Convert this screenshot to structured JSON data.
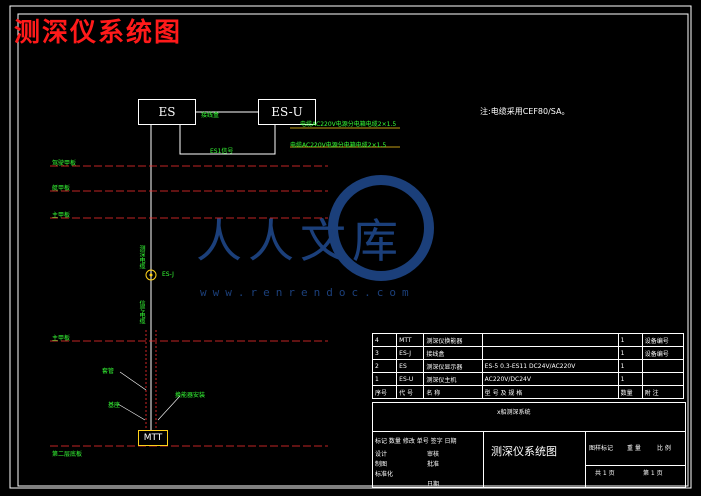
{
  "title": "测深仪系统图",
  "boxes": {
    "es": "ES",
    "esu": "ES-U"
  },
  "labels": {
    "top_connector": "接线盒",
    "cable": "ES1信号",
    "note1": "电缆AC220V电源分电箱电缆2×1.5",
    "note2": "电缆AC220V电源分电箱电缆2×1.5",
    "level1": "驾驶甲板",
    "level2": "艇甲板",
    "level3": "主甲板",
    "vertical1": "测深电缆",
    "sensor": "ES-J",
    "vertical2": "信号电缆",
    "level4": "主甲板",
    "pipe": "套管",
    "mount": "基座",
    "sensor_mount": "换能器安装",
    "bottom": "第二层底板",
    "mtt": "MTT"
  },
  "note": "注:电缆采用CEF80/SA。",
  "watermark": {
    "text": "人人文库",
    "url": "www.renrendoc.com"
  },
  "parts_table": {
    "rows": [
      {
        "no": "4",
        "code": "MTT",
        "name": "测深仪换能器",
        "model": "",
        "qty": "1",
        "remark": "设备编号"
      },
      {
        "no": "3",
        "code": "ES-J",
        "name": "接线盒",
        "model": "",
        "qty": "1",
        "remark": "设备编号"
      },
      {
        "no": "2",
        "code": "ES",
        "name": "测深仪显示器",
        "model": "ES-5 0.3-ES11 DC24V/AC220V",
        "qty": "1",
        "remark": ""
      },
      {
        "no": "1",
        "code": "ES-U",
        "name": "测深仪主机",
        "model": "AC220V/DC24V",
        "qty": "1",
        "remark": ""
      }
    ],
    "header": {
      "no": "序号",
      "code": "代 号",
      "name": "名  称",
      "model": "型 号 及 规 格",
      "qty": "数量",
      "remark": "附  注"
    }
  },
  "title_block": {
    "subtitle": "x船测深系统",
    "drawing_title": "测深仪系统图",
    "rev_header": "标记 数量 修改 单号 签字 日期",
    "design": "设计",
    "check": "审核",
    "draw": "制图",
    "approve": "批准",
    "std": "标准化",
    "date": "日期",
    "scale_label": "图样标记",
    "weight": "重 量",
    "scale": "比 例",
    "sheet_total": "共 1 页",
    "sheet_no": "第 1 页"
  }
}
